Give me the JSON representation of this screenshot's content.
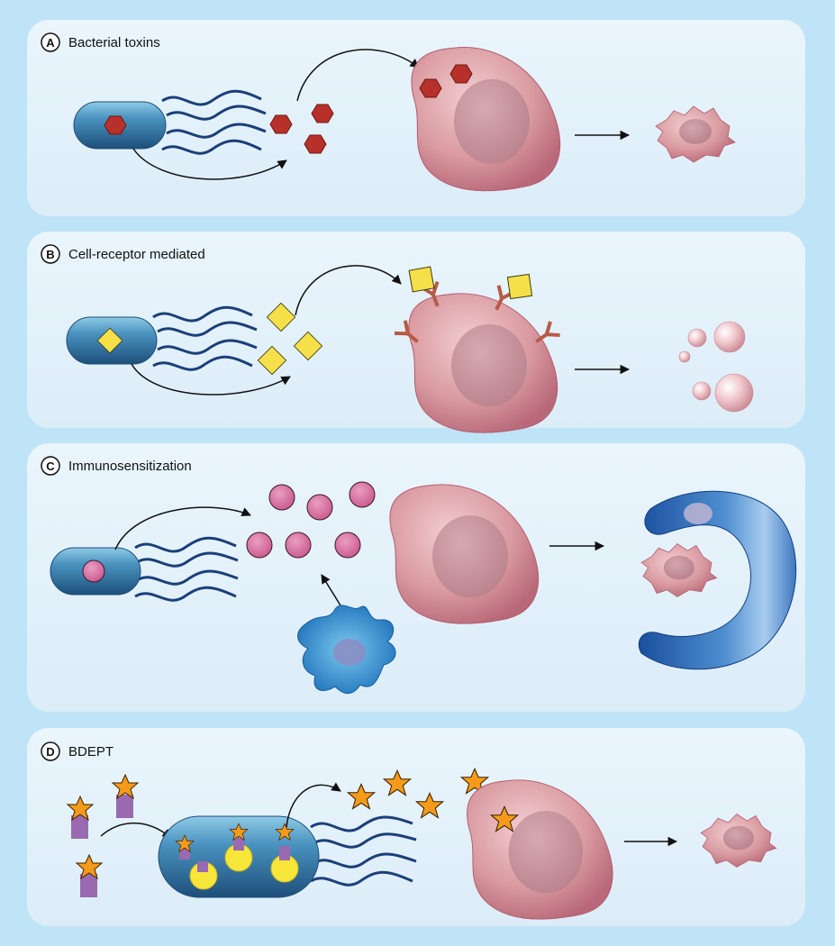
{
  "panels": [
    {
      "letter": "A",
      "title": "Bacterial toxins"
    },
    {
      "letter": "B",
      "title": "Cell-receptor mediated"
    },
    {
      "letter": "C",
      "title": "Immunosensitization"
    },
    {
      "letter": "D",
      "title": "BDEPT"
    }
  ],
  "colors": {
    "background": "#bfe3f7",
    "panel": "#e8f4fb",
    "bacterium": "#2f6e9e",
    "toxin": "#b8302a",
    "ligand": "#f5e04a",
    "cytokine": "#d46a9a",
    "prodrug_star": "#f59a1a",
    "prodrug_stem": "#9a6ab0",
    "tumor_cell": "#d4929a",
    "immune_cell": "#1a4f9e"
  },
  "icons": [
    "bacterium-icon",
    "tumor-cell-icon",
    "toxin-hexagon-icon",
    "ligand-square-icon",
    "receptor-icon",
    "cytokine-circle-icon",
    "dendritic-cell-icon",
    "macrophage-icon",
    "prodrug-star-icon",
    "enzyme-icon",
    "apoptotic-body-icon",
    "dead-cell-icon"
  ]
}
